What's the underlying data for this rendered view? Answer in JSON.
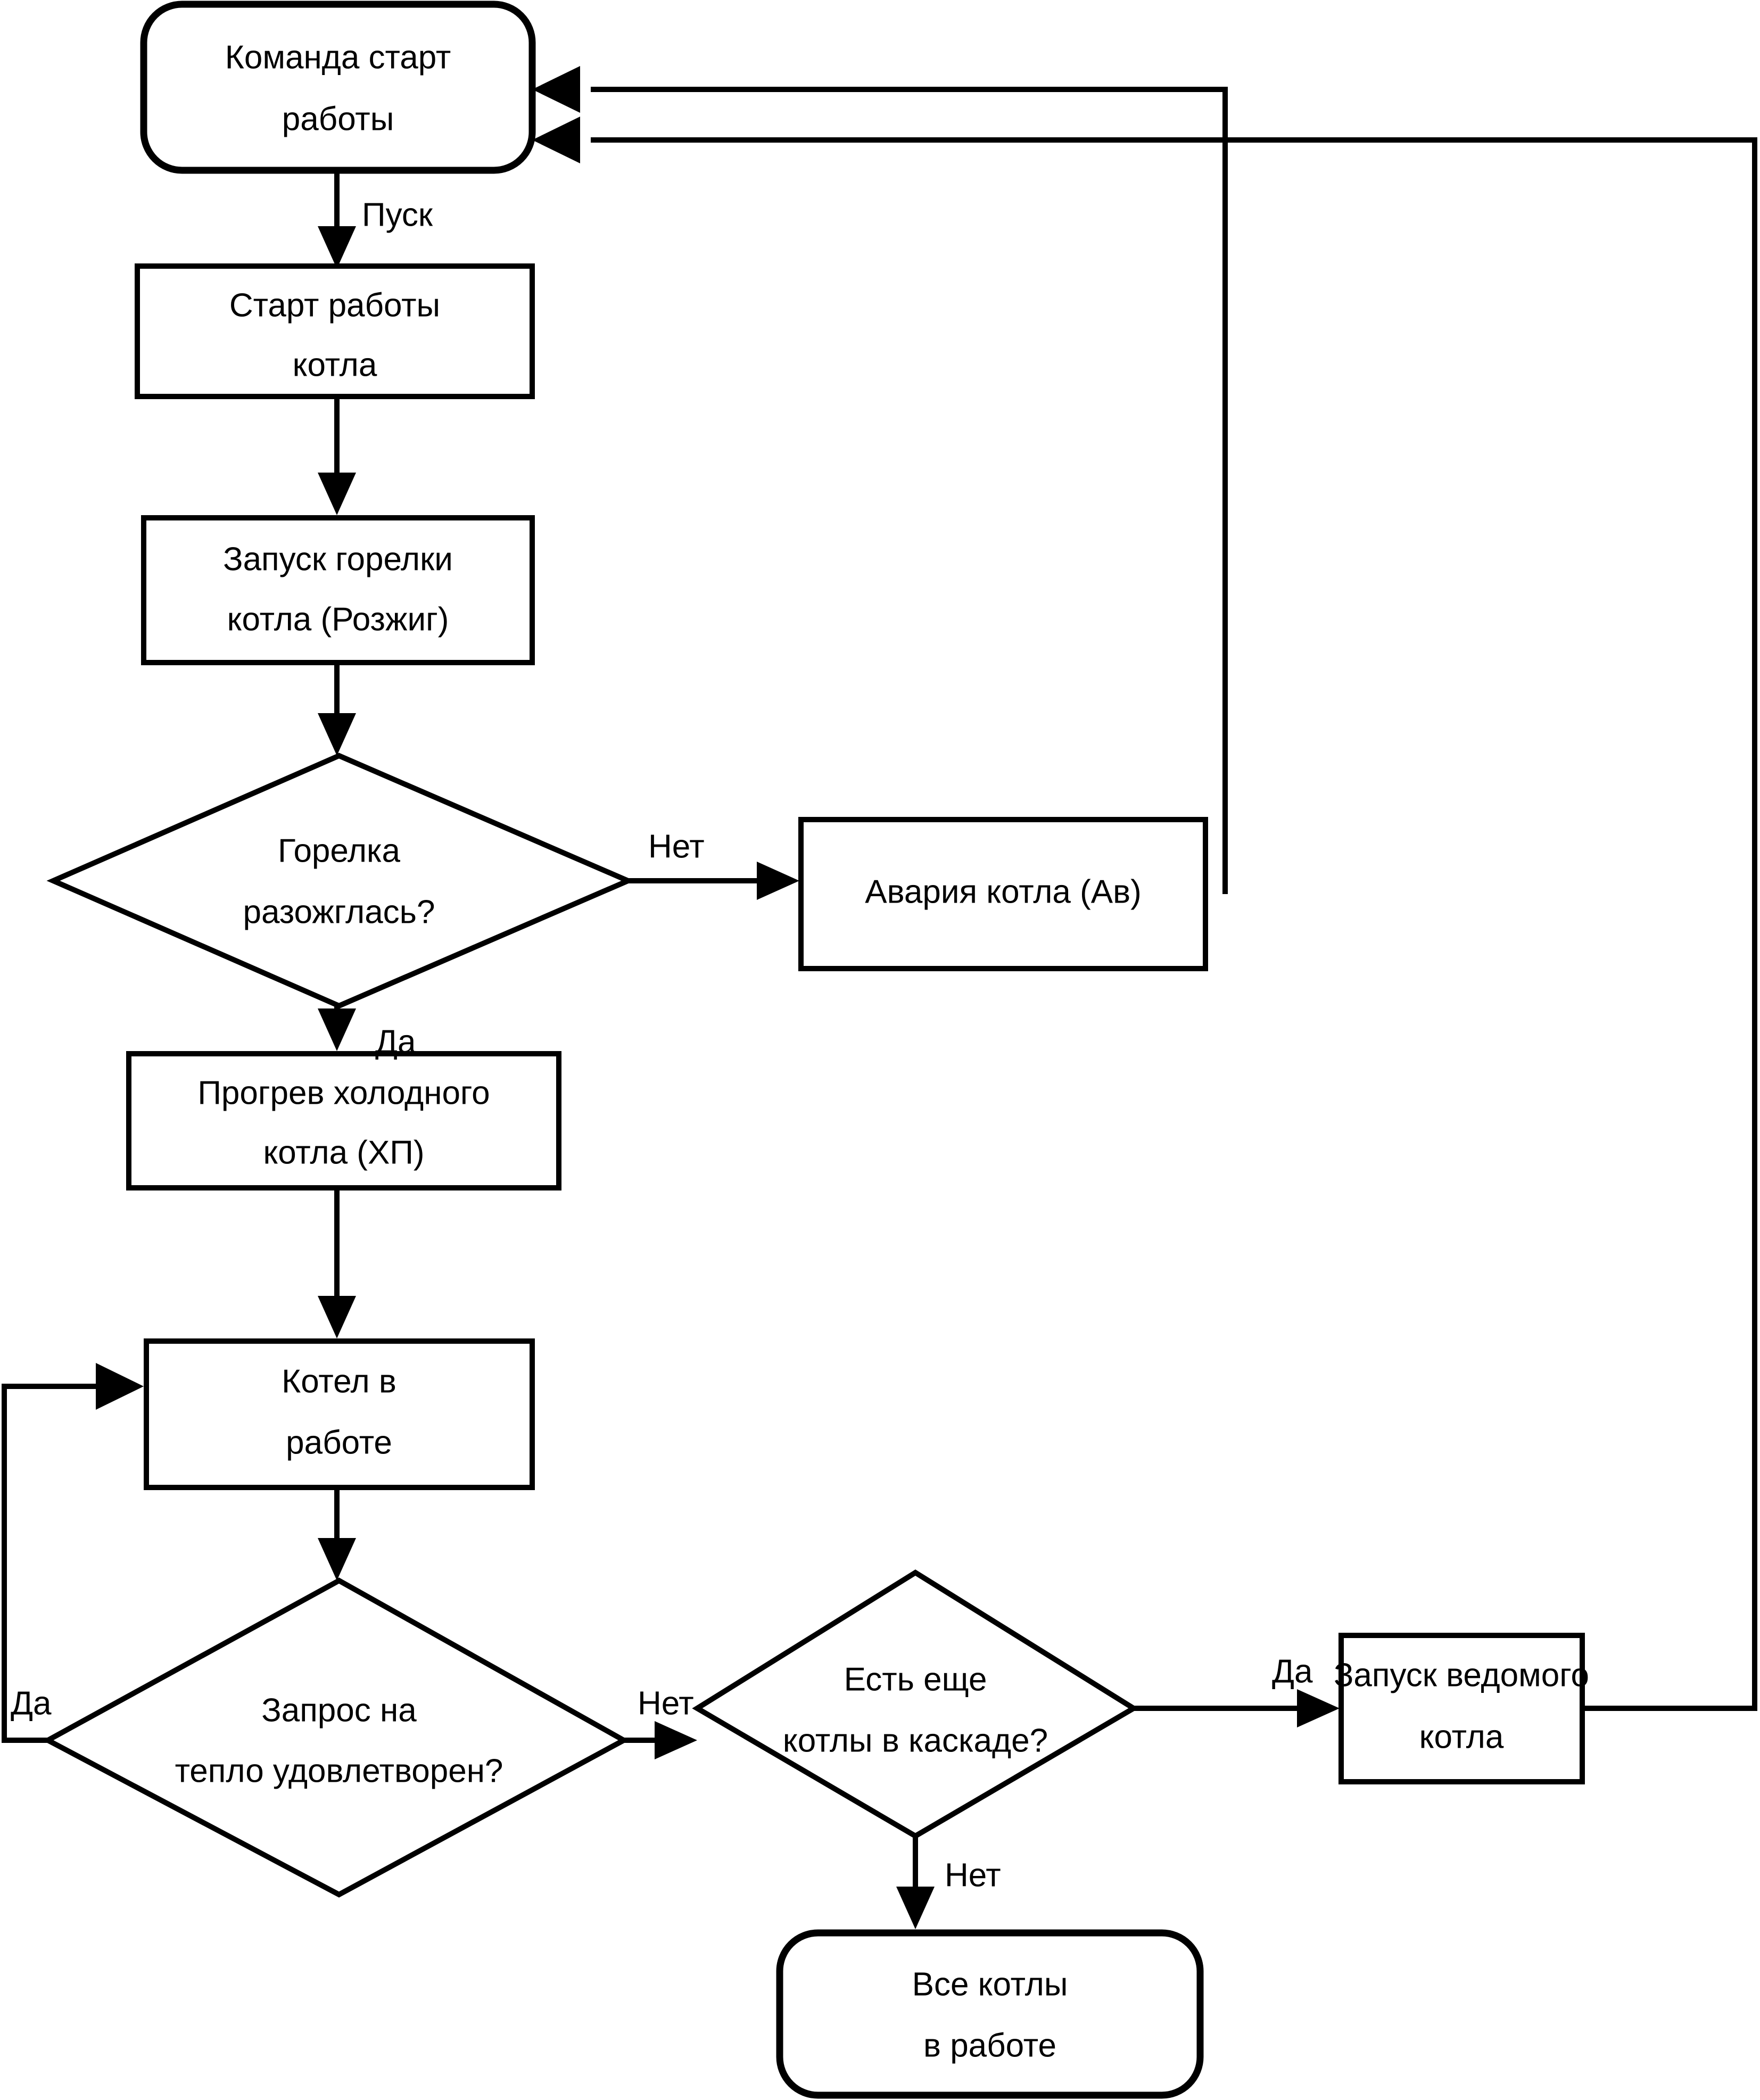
{
  "diagram": {
    "type": "flowchart",
    "language": "ru",
    "colors": {
      "stroke": "#000000",
      "fill": "#ffffff",
      "text": "#000000"
    },
    "nodes": [
      {
        "id": "start",
        "shape": "rounded-rectangle",
        "line1": "Команда старт",
        "line2": "работы"
      },
      {
        "id": "boiler-start",
        "shape": "rectangle",
        "line1": "Старт работы",
        "line2": "котла"
      },
      {
        "id": "burner-start",
        "shape": "rectangle",
        "line1": "Запуск горелки",
        "line2": "котла (Розжиг)"
      },
      {
        "id": "burner-lit-decision",
        "shape": "diamond",
        "line1": "Горелка",
        "line2": "разожглась?"
      },
      {
        "id": "boiler-fault",
        "shape": "rectangle",
        "line1": "Авария котла (Ав)",
        "line2": ""
      },
      {
        "id": "cold-warmup",
        "shape": "rectangle",
        "line1": "Прогрев холодного",
        "line2": "котла (ХП)"
      },
      {
        "id": "boiler-running",
        "shape": "rectangle",
        "line1": "Котел в",
        "line2": "работе"
      },
      {
        "id": "heat-demand-decision",
        "shape": "diamond",
        "line1": "Запрос на",
        "line2": "тепло удовлетворен?"
      },
      {
        "id": "more-boilers-decision",
        "shape": "diamond",
        "line1": "Есть еще",
        "line2": "котлы в каскаде?"
      },
      {
        "id": "start-slave",
        "shape": "rectangle",
        "line1": "Запуск ведомого",
        "line2": "котла"
      },
      {
        "id": "all-running",
        "shape": "rounded-rectangle",
        "line1": "Все котлы",
        "line2": "в работе"
      }
    ],
    "edge_labels": {
      "start_to_boiler_start": "Пуск",
      "burner_lit_no": "Нет",
      "burner_lit_yes": "Да",
      "heat_demand_yes": "Да",
      "heat_demand_no": "Нет",
      "more_boilers_yes": "Да",
      "more_boilers_no": "Нет"
    }
  }
}
